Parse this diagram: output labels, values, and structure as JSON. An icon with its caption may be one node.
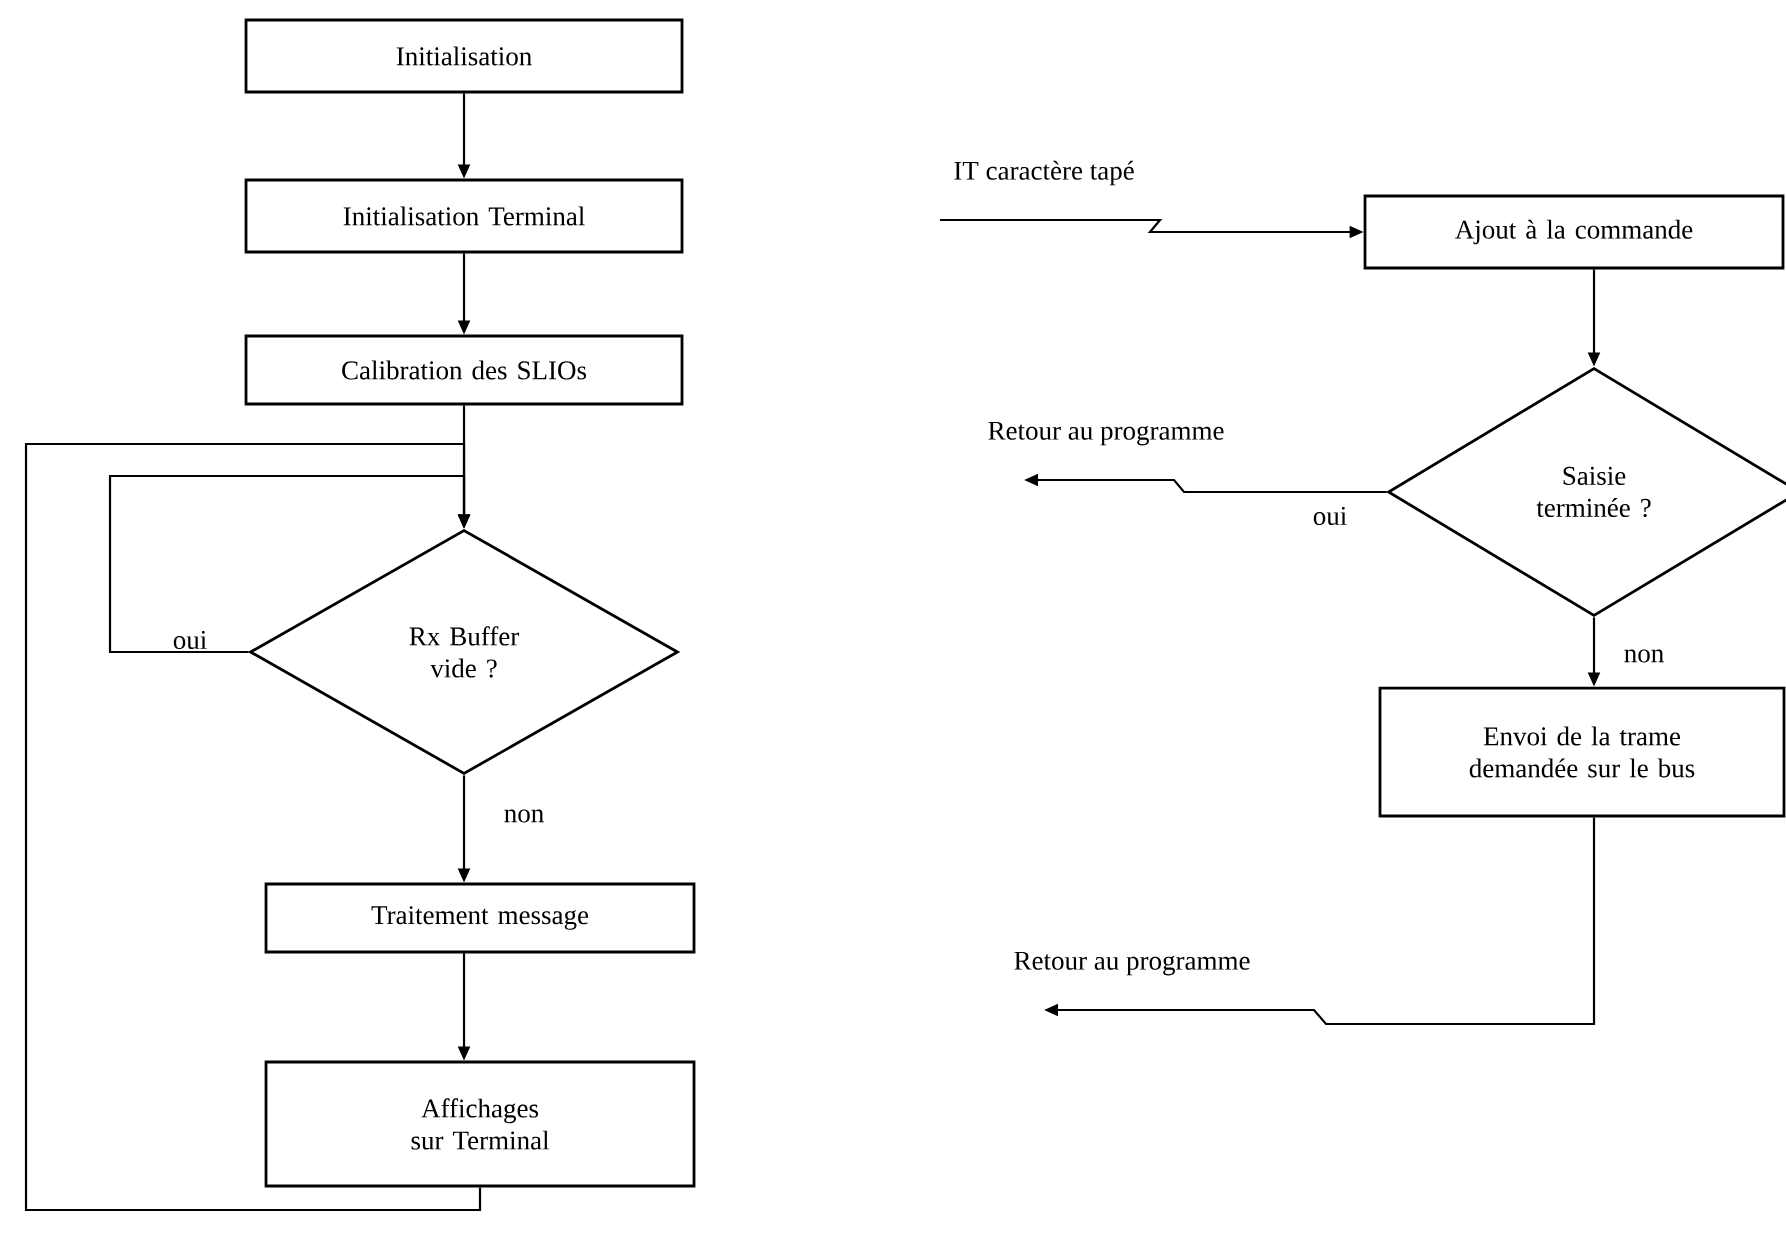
{
  "diagram": {
    "nodes": [
      {
        "text": [
          "Initialisation"
        ]
      },
      {
        "text": [
          "Initialisation Terminal"
        ]
      },
      {
        "text": [
          "Calibration des SLIOs"
        ]
      },
      {
        "text": [
          "Rx Buffer vide ?"
        ]
      },
      {
        "text": [
          "Traitement message"
        ]
      },
      {
        "text": [
          "Affichages sur Terminal"
        ]
      },
      {
        "text": [
          "IT caractère tapé"
        ]
      },
      {
        "text": [
          "Ajout à la commande"
        ]
      },
      {
        "text": [
          "Saisie terminée ?"
        ]
      },
      {
        "text": [
          "Envoi de la trame demandée sur le bus"
        ]
      },
      {
        "text": [
          "Retour au programme"
        ]
      },
      {
        "text": [
          "Retour au programme"
        ]
      }
    ],
    "edges": [
      {
        "from": 0,
        "to": 1,
        "arrow": "to"
      },
      {
        "from": 1,
        "to": 2,
        "arrow": "to"
      },
      {
        "from": 2,
        "to": 3,
        "arrow": "to"
      },
      {
        "from": 3,
        "to": 3,
        "arrow": "to",
        "label": "oui"
      },
      {
        "from": 3,
        "to": 4,
        "arrow": "to",
        "label": "non"
      },
      {
        "from": 4,
        "to": 5,
        "arrow": "to"
      },
      {
        "from": 5,
        "to": 3,
        "arrow": "to"
      },
      {
        "from": 6,
        "to": 7,
        "arrow": "to"
      },
      {
        "from": 7,
        "to": 8,
        "arrow": "to"
      },
      {
        "from": 8,
        "to": 10,
        "arrow": "to",
        "label": "oui"
      },
      {
        "from": 8,
        "to": 9,
        "arrow": "to",
        "label": "non"
      },
      {
        "from": 9,
        "to": 11,
        "arrow": "to"
      }
    ]
  }
}
